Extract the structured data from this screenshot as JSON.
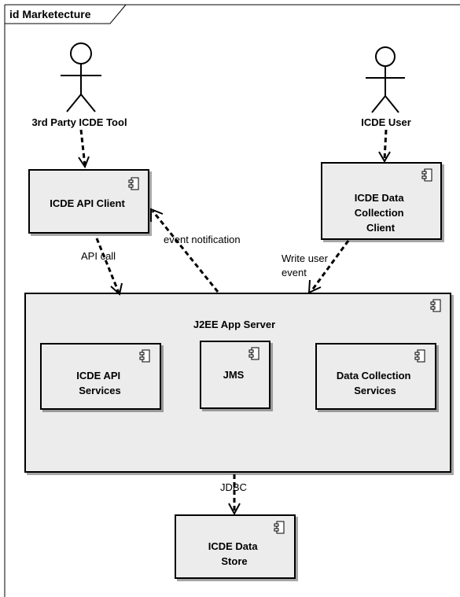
{
  "frame": {
    "label": "id Marketecture"
  },
  "actors": {
    "third_party": {
      "label": "3rd Party ICDE Tool"
    },
    "icde_user": {
      "label": "ICDE User"
    }
  },
  "components": {
    "api_client": {
      "lines": [
        "ICDE API Client"
      ]
    },
    "data_collection_client": {
      "lines": [
        "ICDE Data",
        "Collection",
        "Client"
      ]
    },
    "app_server": {
      "lines": [
        "J2EE App Server"
      ]
    },
    "api_services": {
      "lines": [
        "ICDE API",
        "Services"
      ]
    },
    "jms": {
      "lines": [
        "JMS"
      ]
    },
    "data_collection_services": {
      "lines": [
        "Data Collection",
        "Services"
      ]
    },
    "data_store": {
      "lines": [
        "ICDE Data",
        "Store"
      ]
    }
  },
  "connectors": {
    "api_call": {
      "label": "API call"
    },
    "event_notification": {
      "label": "event notification"
    },
    "write_user_event": {
      "lines": [
        "Write user",
        "event"
      ]
    },
    "jdbc": {
      "label": "JDBC"
    }
  },
  "colors": {
    "box_fill": "#ececec",
    "stroke": "#000000",
    "background": "#ffffff"
  }
}
